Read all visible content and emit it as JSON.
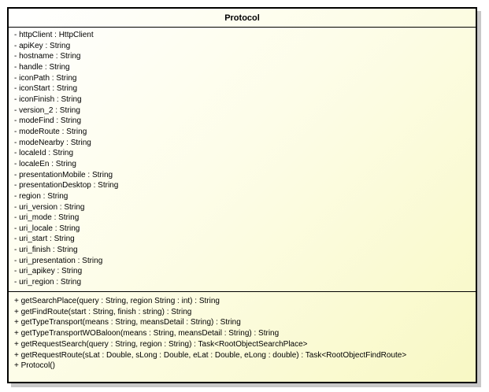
{
  "class": {
    "name": "Protocol",
    "attributes": [
      "- httpClient : HttpClient",
      "- apiKey : String",
      "- hostname : String",
      "- handle : String",
      "- iconPath : String",
      "- iconStart : String",
      "- iconFinish : String",
      "- version_2 : String",
      "- modeFind : String",
      "- modeRoute : String",
      "- modeNearby : String",
      "- localeId : String",
      "- localeEn : String",
      "- presentationMobile : String",
      "- presentationDesktop : String",
      "- region : String",
      "- uri_version : String",
      "- uri_mode : String",
      "- uri_locale : String",
      "- uri_start : String",
      "- uri_finish : String",
      "- uri_presentation : String",
      "- uri_apikey : String",
      "- uri_region : String"
    ],
    "operations": [
      "+ getSearchPlace(query : String, region String : int) : String",
      "+ getFindRoute(start : String, finish : string) : String",
      "+ getTypeTransport(means : String, meansDetail : String) : String",
      "+ getTypeTransportWOBaloon(means : String, meansDetail : String) : String",
      "+ getRequestSearch(query : String, region : String) : Task<RootObjectSearchPlace>",
      "+ getRequestRoute(sLat : Double, sLong : Double, eLat : Double, eLong : double) : Task<RootObjectFindRoute>",
      "+ Protocol()"
    ]
  },
  "colors": {
    "border": "#000000",
    "fill_light": "#ffffff",
    "fill_dark": "#f8f8c4"
  }
}
